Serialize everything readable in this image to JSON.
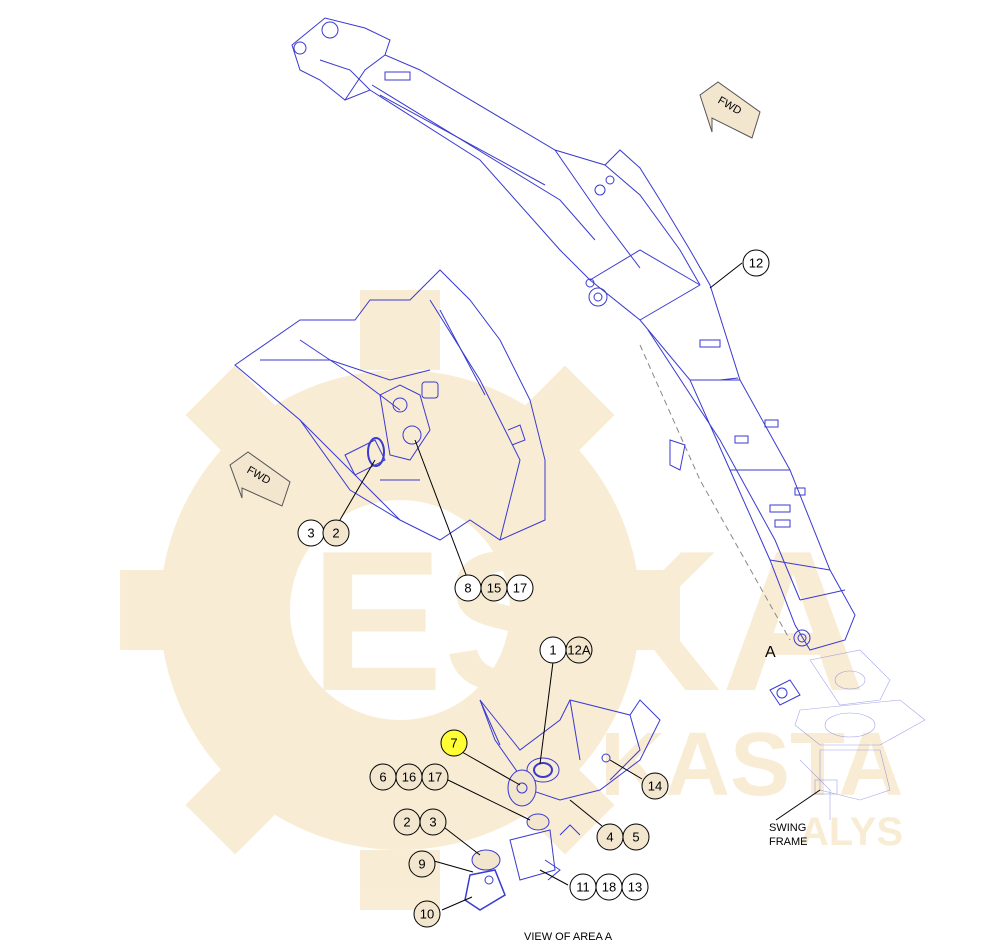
{
  "watermark": {
    "brand": "ESKA",
    "line2": "KASTA",
    "line3": "ALYS",
    "color": "#f5deb3"
  },
  "callouts": {
    "c12": "12",
    "c3a": "3",
    "c2a": "2",
    "c8": "8",
    "c15": "15",
    "c17a": "17",
    "c1": "1",
    "c12A": "12A",
    "c7": "7",
    "c6": "6",
    "c16": "16",
    "c17b": "17",
    "c14": "14",
    "c2b": "2",
    "c3b": "3",
    "c4": "4",
    "c5": "5",
    "c9": "9",
    "c10": "10",
    "c11": "11",
    "c18": "18",
    "c13": "13"
  },
  "labels": {
    "fwd_top": "FWD",
    "fwd_left": "FWD",
    "area_letter": "A",
    "swing_line1": "SWING",
    "swing_line2": "FRAME",
    "view_caption": "VIEW OF AREA A"
  },
  "colors": {
    "line": "#3a3ad0",
    "highlight": "#ffff33",
    "tan_fill": "#f3e6cf",
    "callout_border": "#000000"
  }
}
